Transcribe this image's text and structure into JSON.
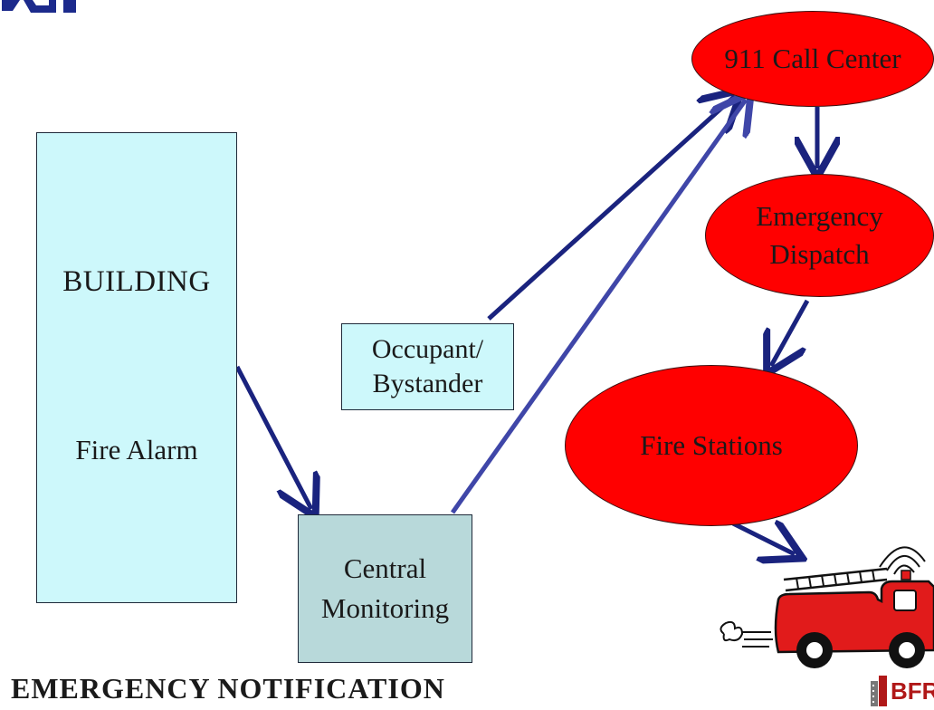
{
  "nodes": {
    "building": {
      "label": "BUILDING",
      "sublabel": "Fire Alarm"
    },
    "occupant": {
      "line1": "Occupant/",
      "line2": "Bystander"
    },
    "central": {
      "line1": "Central",
      "line2": "Monitoring"
    },
    "call_center": {
      "label": "911 Call Center"
    },
    "dispatch": {
      "line1": "Emergency",
      "line2": "Dispatch"
    },
    "fire_stations": {
      "label": "Fire Stations"
    }
  },
  "footer": {
    "title": "EMERGENCY NOTIFICATION"
  },
  "branding": {
    "bfrl": "BFRL"
  },
  "colors": {
    "light_box": "#cdf8fb",
    "monitor_box": "#b8d9da",
    "ellipse_fill": "#ff0000",
    "arrow": "#1a237e",
    "arrow_light": "#3f46a8"
  },
  "edges": [
    {
      "from": "building",
      "to": "central"
    },
    {
      "from": "occupant",
      "to": "call_center"
    },
    {
      "from": "central",
      "to": "call_center"
    },
    {
      "from": "call_center",
      "to": "dispatch"
    },
    {
      "from": "dispatch",
      "to": "fire_stations"
    },
    {
      "from": "fire_stations",
      "to": "fire-truck-icon"
    }
  ]
}
